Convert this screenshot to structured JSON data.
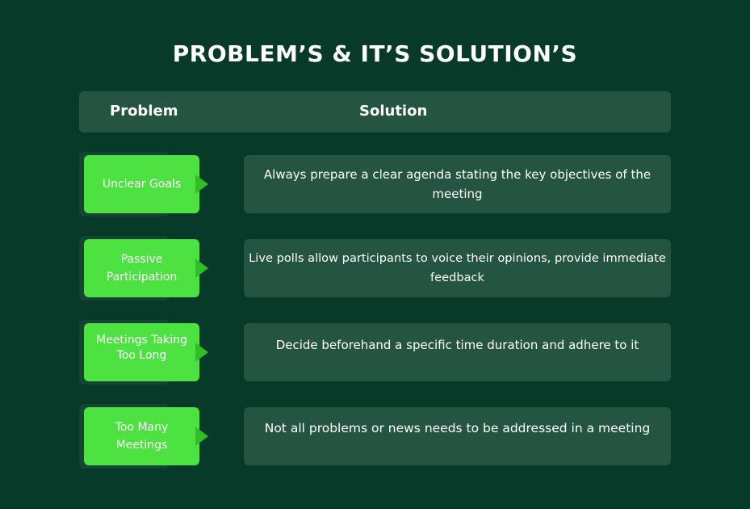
{
  "title": "PROBLEM’S & IT’S SOLUTION’S",
  "header": {
    "problem": "Problem",
    "solution": "Solution"
  },
  "rows": [
    {
      "problem": "Unclear Goals",
      "solution_lines": [
        "Always prepare a clear agenda stating the key objectives of the",
        "meeting"
      ]
    },
    {
      "problem_lines": [
        "Passive",
        "Participation"
      ],
      "solution_lines": [
        "Live polls allow participants to voice their opinions, provide immediate",
        "feedback"
      ]
    },
    {
      "problem_lines": [
        "Meetings Taking",
        "Too Long"
      ],
      "solution_lines": [
        "Decide beforehand a specific time duration and adhere to it"
      ]
    },
    {
      "problem_lines": [
        "Too Many",
        "Meetings"
      ],
      "solution_lines": [
        "Not all problems or news needs to be addressed in a meeting"
      ]
    }
  ],
  "colors": {
    "background": "#073a28",
    "panel": "#245541",
    "problem_box": "#4ee142",
    "arrow": "#2fbf28"
  }
}
